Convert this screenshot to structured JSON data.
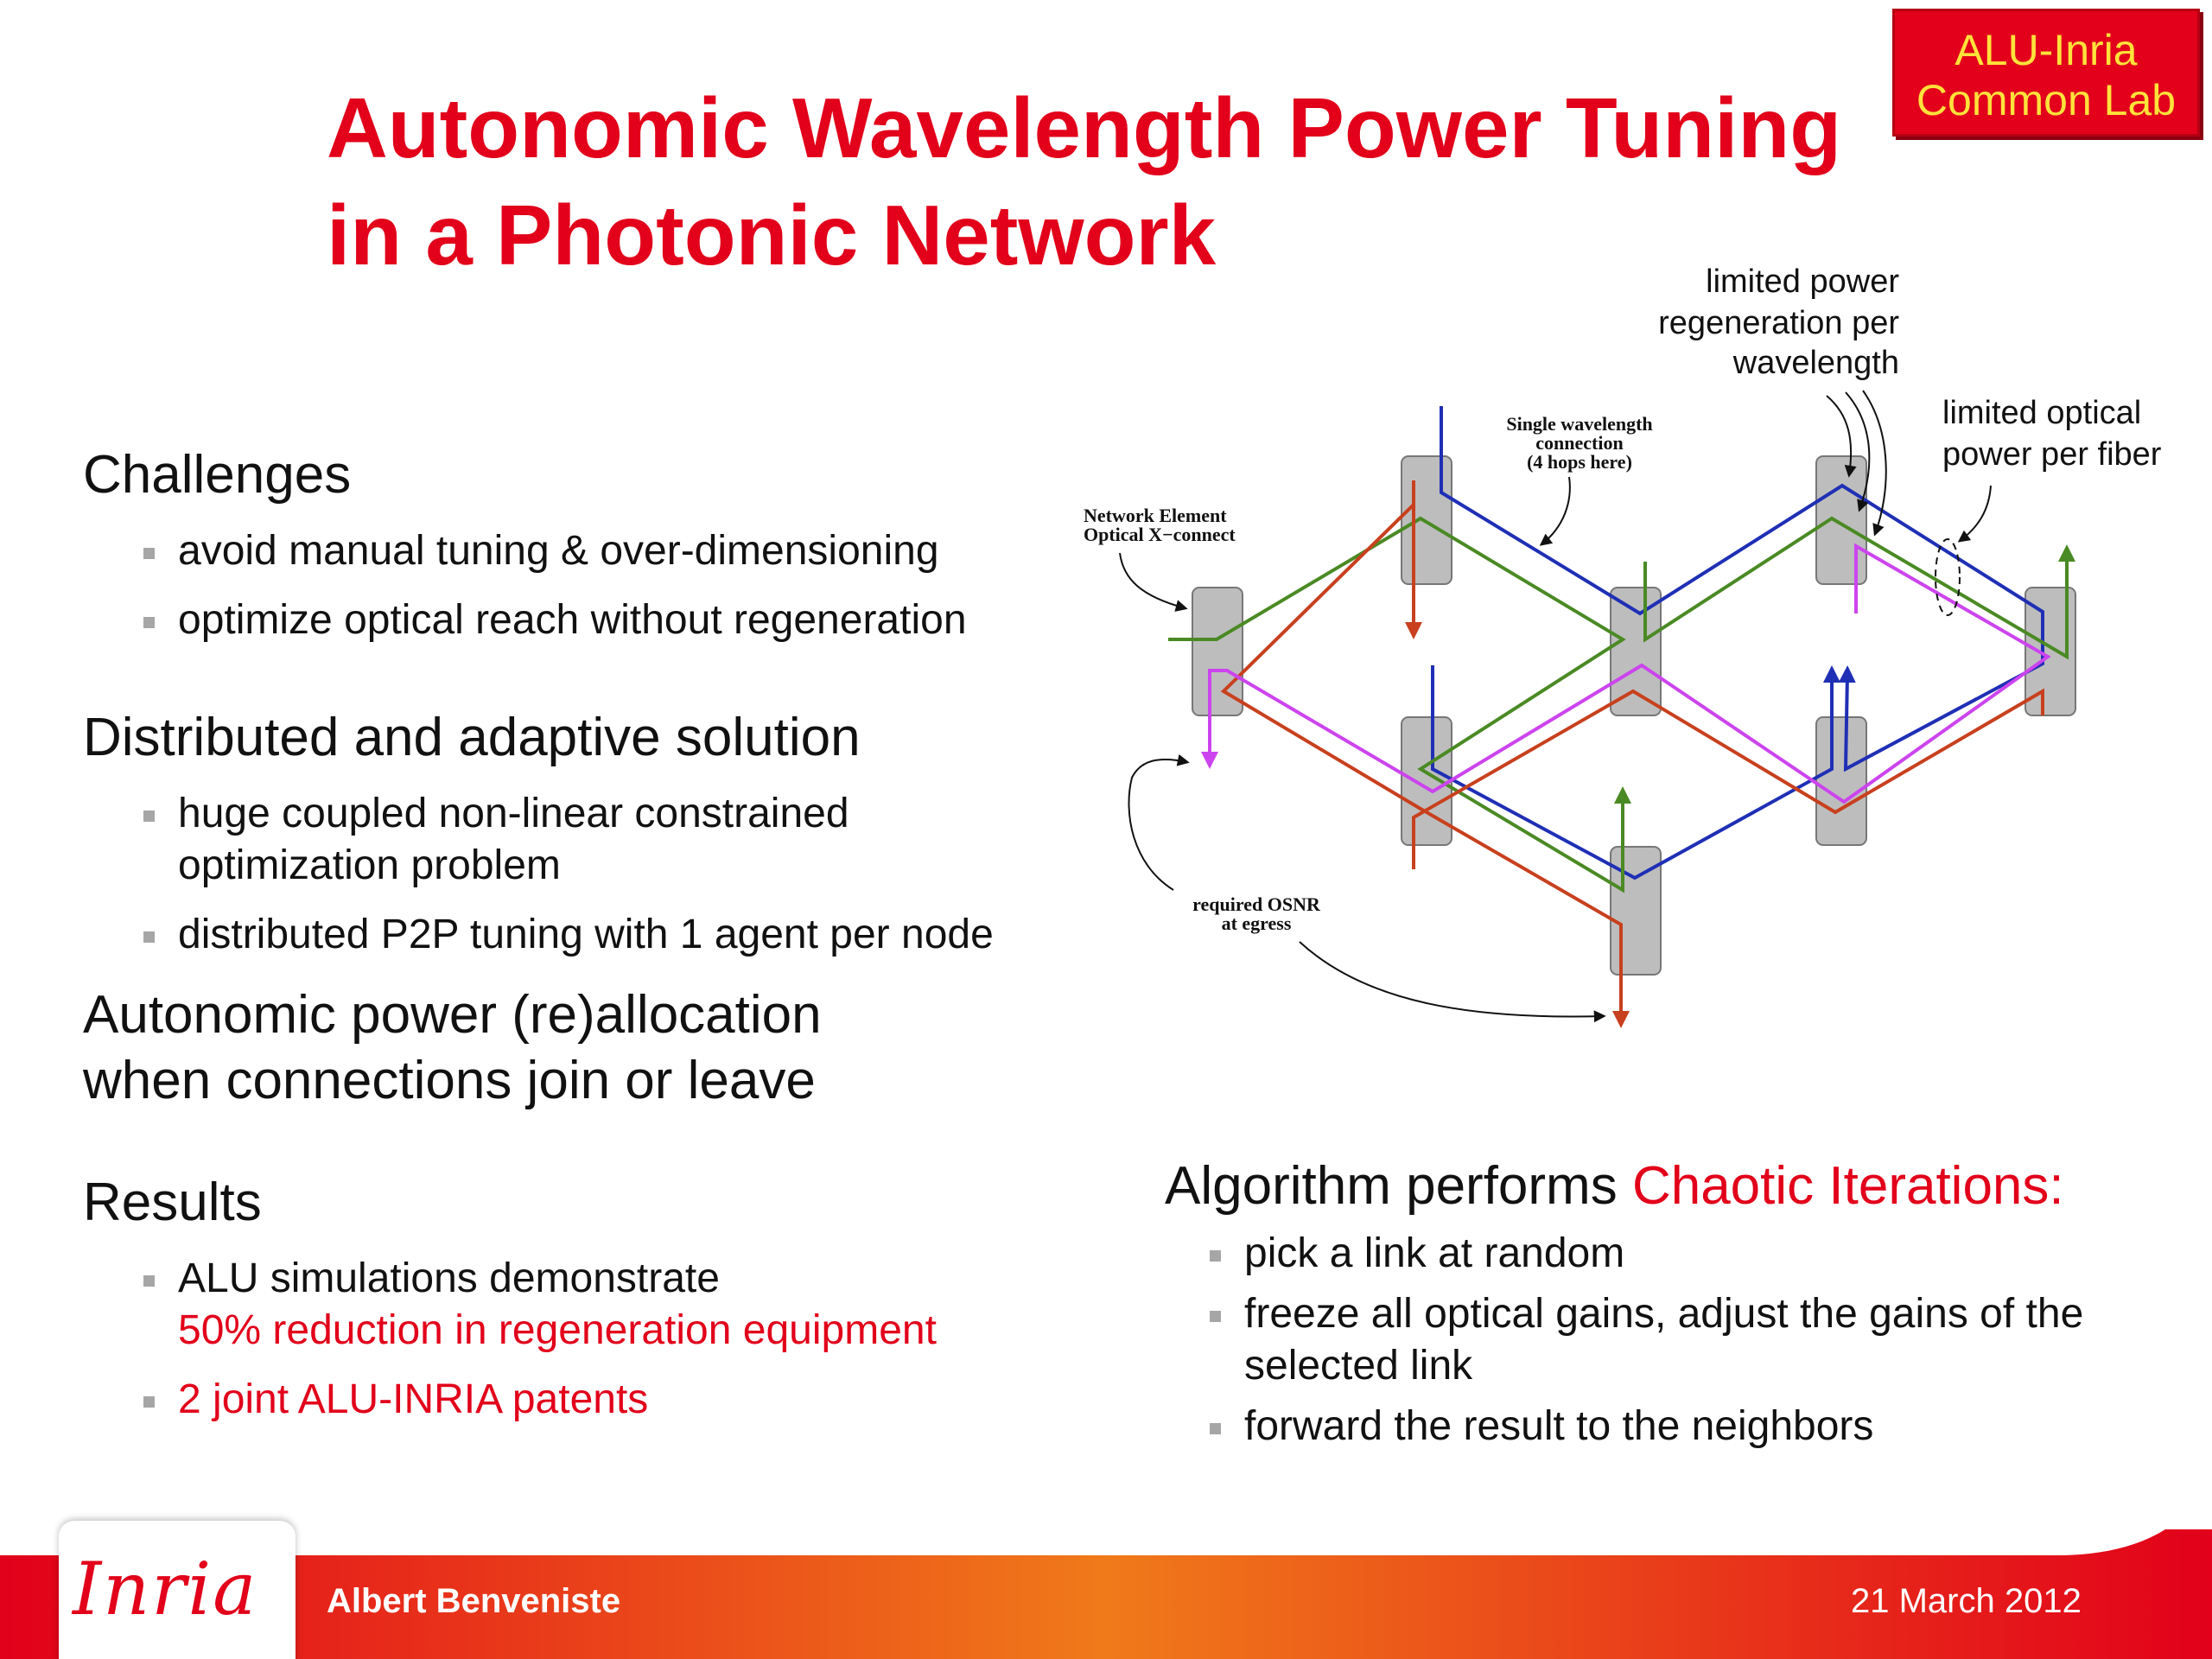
{
  "title": {
    "line1": "Autonomic Wavelength Power Tuning",
    "line2": "in a Photonic Network"
  },
  "lab_badge": {
    "line1": "ALU-Inria",
    "line2": "Common Lab"
  },
  "sections": {
    "challenges": {
      "heading": "Challenges",
      "bullets": [
        "avoid manual tuning & over-dimensioning",
        "optimize optical reach without regeneration"
      ]
    },
    "solution": {
      "heading": "Distributed and adaptive solution",
      "bullets": [
        "huge coupled non-linear constrained optimization problem",
        "distributed P2P tuning with 1 agent per node"
      ]
    },
    "autonomic": {
      "line1": "Autonomic power (re)allocation",
      "line2": "when connections join or leave"
    },
    "results": {
      "heading": "Results",
      "bullet1_black": "ALU simulations demonstrate",
      "bullet1_red": "50% reduction in regeneration equipment",
      "bullet2_red": "2 joint ALU-INRIA patents"
    }
  },
  "algorithm": {
    "heading_black": "Algorithm performs ",
    "heading_red": "Chaotic Iterations:",
    "bullets": [
      "pick a link at random",
      "freeze all optical gains, adjust the gains of the selected link",
      "forward the result to the neighbors"
    ]
  },
  "diagram": {
    "label_power_regen": [
      "limited power",
      "regeneration per",
      "wavelength"
    ],
    "label_optical_power": [
      "limited optical",
      "power per fiber"
    ],
    "label_single_wavelength": [
      "Single wavelength",
      "connection",
      "(4 hops here)"
    ],
    "label_network_element": [
      "Network Element",
      "Optical X−connect"
    ],
    "label_osnr": [
      "required OSNR",
      "at egress"
    ],
    "colors": {
      "blue": "#1f2fb5",
      "green": "#4a8a24",
      "red": "#c8401e",
      "magenta": "#cc44ee",
      "node": "#bdbdbd"
    }
  },
  "footer": {
    "presenter": "Albert Benveniste",
    "date": "21 March 2012",
    "logo_text": "Inria"
  },
  "theme": {
    "accent_red": "#e2001a",
    "badge_text": "#ffe23a",
    "footer_gradient": [
      "#e2001a",
      "#f07a1a"
    ]
  }
}
